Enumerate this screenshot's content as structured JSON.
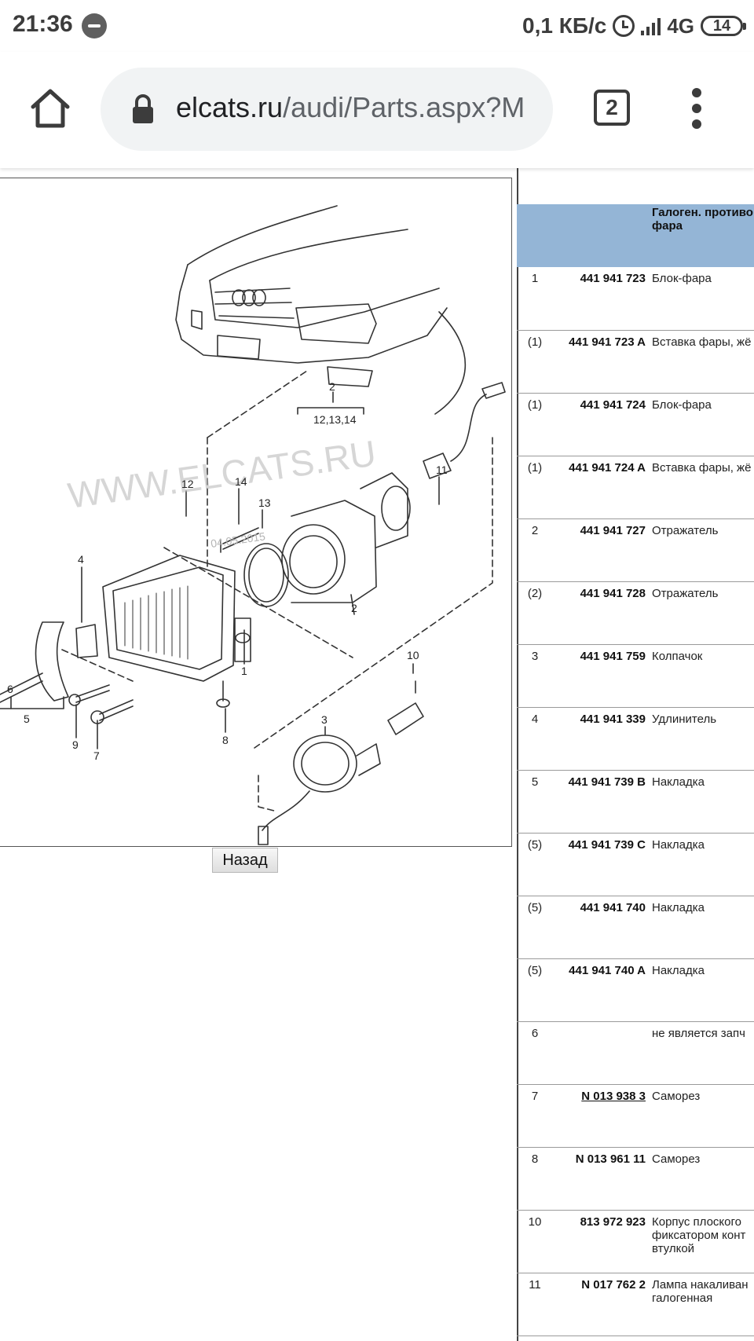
{
  "status_bar": {
    "time": "21:36",
    "speed": "0,1 КБ/с",
    "network": "4G",
    "battery": "14"
  },
  "browser": {
    "url_host": "elcats.ru",
    "url_path": "/audi/Parts.aspx?M",
    "tab_count": "2",
    "icons": [
      "home-icon",
      "lock-icon",
      "tab-switcher-icon",
      "overflow-menu-icon"
    ]
  },
  "diagram": {
    "watermark": "WWW.ELCATS.RU",
    "date_stamp": "04.05.2015",
    "callouts": [
      "2",
      "12,13,14",
      "14",
      "12",
      "13",
      "11",
      "4",
      "1",
      "6",
      "5",
      "9",
      "7",
      "8",
      "3",
      "10"
    ]
  },
  "back_button": "Назад",
  "table": {
    "header_title": "Галоген. противо фара",
    "rows": [
      {
        "pos": "1",
        "number": "441 941 723",
        "desc": "Блок-фара",
        "link": false
      },
      {
        "pos": "(1)",
        "number": "441 941 723 A",
        "desc": "Вставка фары, жё",
        "link": false
      },
      {
        "pos": "(1)",
        "number": "441 941 724",
        "desc": "Блок-фара",
        "link": false
      },
      {
        "pos": "(1)",
        "number": "441 941 724 A",
        "desc": "Вставка фары, жё",
        "link": false
      },
      {
        "pos": "2",
        "number": "441 941 727",
        "desc": "Отражатель",
        "link": false
      },
      {
        "pos": "(2)",
        "number": "441 941 728",
        "desc": "Отражатель",
        "link": false
      },
      {
        "pos": "3",
        "number": "441 941 759",
        "desc": "Колпачок",
        "link": false
      },
      {
        "pos": "4",
        "number": "441 941 339",
        "desc": "Удлинитель",
        "link": false
      },
      {
        "pos": "5",
        "number": "441 941 739 B",
        "desc": "Накладка",
        "link": false
      },
      {
        "pos": "(5)",
        "number": "441 941 739 C",
        "desc": "Накладка",
        "link": false
      },
      {
        "pos": "(5)",
        "number": "441 941 740",
        "desc": "Накладка",
        "link": false
      },
      {
        "pos": "(5)",
        "number": "441 941 740 A",
        "desc": "Накладка",
        "link": false
      },
      {
        "pos": "6",
        "number": "",
        "desc": "не является запч",
        "link": false
      },
      {
        "pos": "7",
        "number": "N 013 938 3",
        "desc": "Саморез",
        "link": true
      },
      {
        "pos": "8",
        "number": "N 013 961 11",
        "desc": "Саморез",
        "link": false
      },
      {
        "pos": "10",
        "number": "813 972 923",
        "desc": "Корпус плоского фиксатором конт втулкой",
        "link": false
      },
      {
        "pos": "11",
        "number": "N 017 762 2",
        "desc": "Лампа накаливан галогенная",
        "link": false
      }
    ]
  }
}
